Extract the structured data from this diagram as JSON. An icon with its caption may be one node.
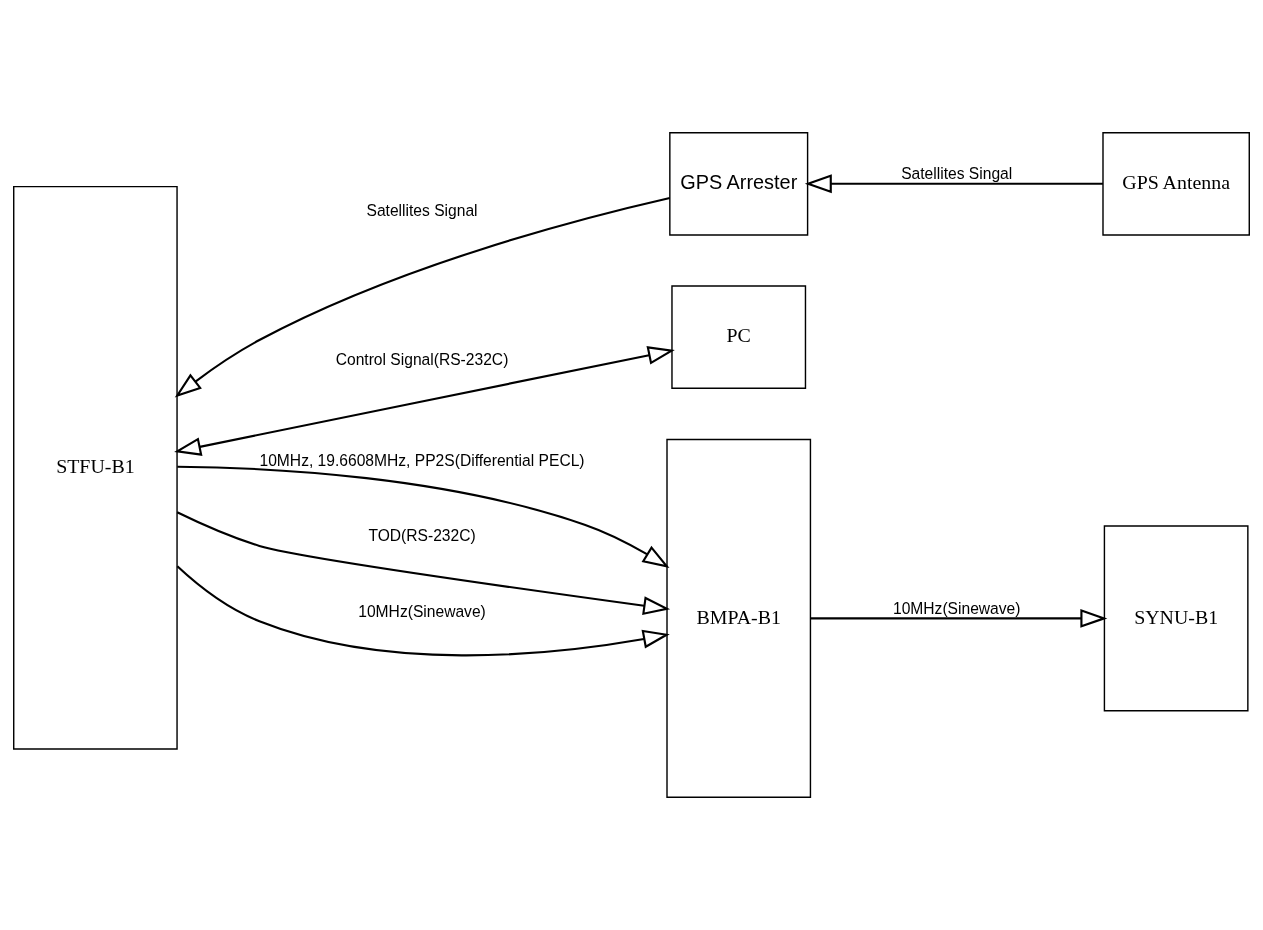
{
  "diagram": {
    "nodes": [
      {
        "text": [
          "STFU-B1"
        ]
      },
      {
        "text": [
          "GPS Arrester"
        ]
      },
      {
        "text": [
          "GPS Antenna"
        ]
      },
      {
        "text": [
          "PC"
        ]
      },
      {
        "text": [
          "BMPA-B1"
        ]
      },
      {
        "text": [
          "SYNU-B1"
        ]
      }
    ],
    "edges": [
      {
        "from": 2,
        "to": 1,
        "arrow": "to",
        "label": "Satellites Singal"
      },
      {
        "from": 1,
        "to": 0,
        "arrow": "to",
        "label": "Satellites Signal"
      },
      {
        "from": 0,
        "to": 3,
        "arrow": "both",
        "label": "Control Signal(RS-232C)"
      },
      {
        "from": 0,
        "to": 4,
        "arrow": "to",
        "label": "10MHz, 19.6608MHz, PP2S(Differential PECL)"
      },
      {
        "from": 0,
        "to": 4,
        "arrow": "to",
        "label": "TOD(RS-232C)"
      },
      {
        "from": 0,
        "to": 4,
        "arrow": "to",
        "label": "10MHz(Sinewave)"
      },
      {
        "from": 4,
        "to": 5,
        "arrow": "to",
        "label": "10MHz(Sinewave)"
      }
    ]
  }
}
